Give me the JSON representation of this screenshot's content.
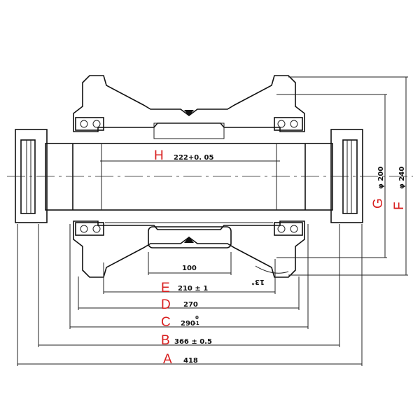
{
  "dimensions": {
    "A": {
      "letter": "A",
      "value": "418"
    },
    "B": {
      "letter": "B",
      "value": "366 ± 0.5"
    },
    "C": {
      "letter": "C",
      "value": "290",
      "tol_upper": "0",
      "tol_lower": "-1"
    },
    "D": {
      "letter": "D",
      "value": "270"
    },
    "E": {
      "letter": "E",
      "value": "210 ± 1"
    },
    "H": {
      "letter": "H",
      "value": "222+0. 05"
    },
    "G": {
      "letter": "G",
      "value": "φ 200"
    },
    "F": {
      "letter": "F",
      "value": "φ 240"
    },
    "tread": {
      "value": "100"
    },
    "angle": {
      "value": "13°"
    }
  },
  "colors": {
    "label": "#d81e1e",
    "line": "#111111"
  }
}
